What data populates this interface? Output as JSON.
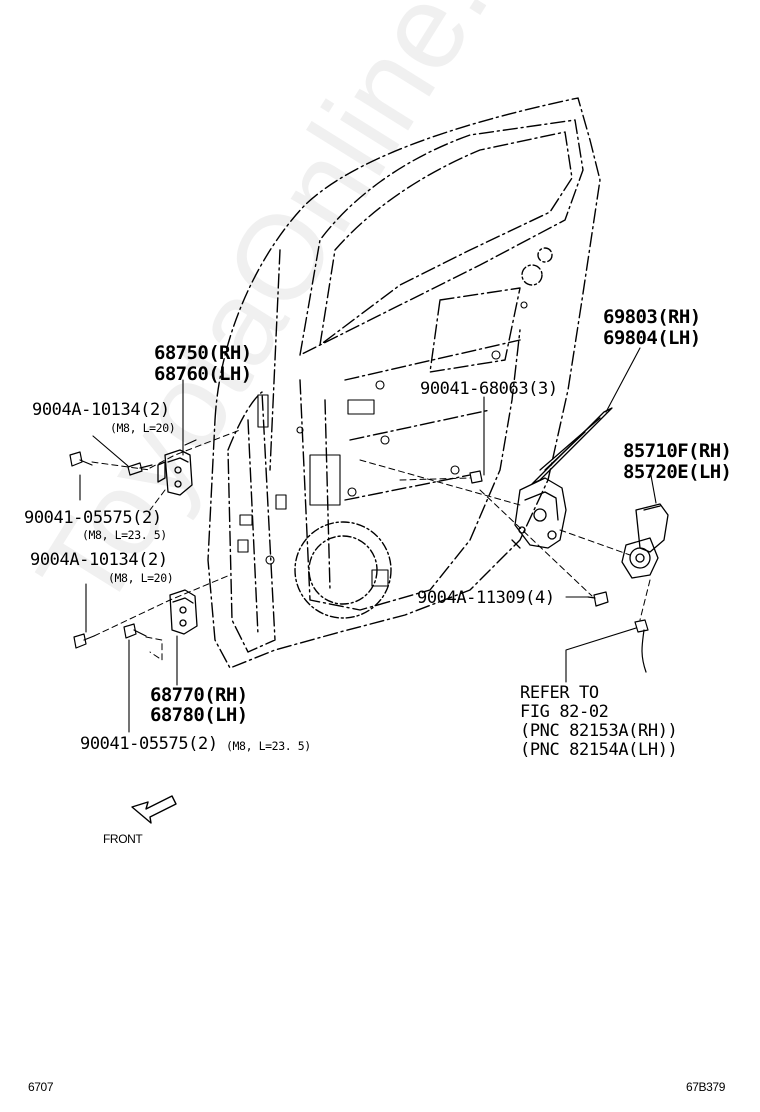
{
  "diagram": {
    "labels": {
      "hinge_upper_rh": "68750(RH)",
      "hinge_upper_lh": "68760(LH)",
      "bolt_a_upper": "9004A-10134(2)",
      "bolt_a_upper_spec": "(M8, L=20)",
      "bolt_b_upper": "90041-05575(2)",
      "bolt_b_upper_spec": "(M8, L=23. 5)",
      "bolt_a_lower": "9004A-10134(2)",
      "bolt_a_lower_spec": "(M8, L=20)",
      "hinge_lower_rh": "68770(RH)",
      "hinge_lower_lh": "68780(LH)",
      "bolt_b_lower": "90041-05575(2)",
      "bolt_b_lower_spec": "(M8, L=23. 5)",
      "screw_68063": "90041-68063(3)",
      "regulator_rh": "69803(RH)",
      "regulator_lh": "69804(LH)",
      "motor_rh": "85710F(RH)",
      "motor_lh": "85720E(LH)",
      "bolt_11309": "9004A-11309(4)",
      "refer_1": "REFER TO",
      "refer_2": "FIG 82-02",
      "refer_3": "(PNC 82153A(RH))",
      "refer_4": "(PNC 82154A(LH))",
      "front": "FRONT"
    },
    "footer": {
      "page": "6707",
      "code": "67B379"
    },
    "watermark": "ToyotaOnline.ru"
  }
}
